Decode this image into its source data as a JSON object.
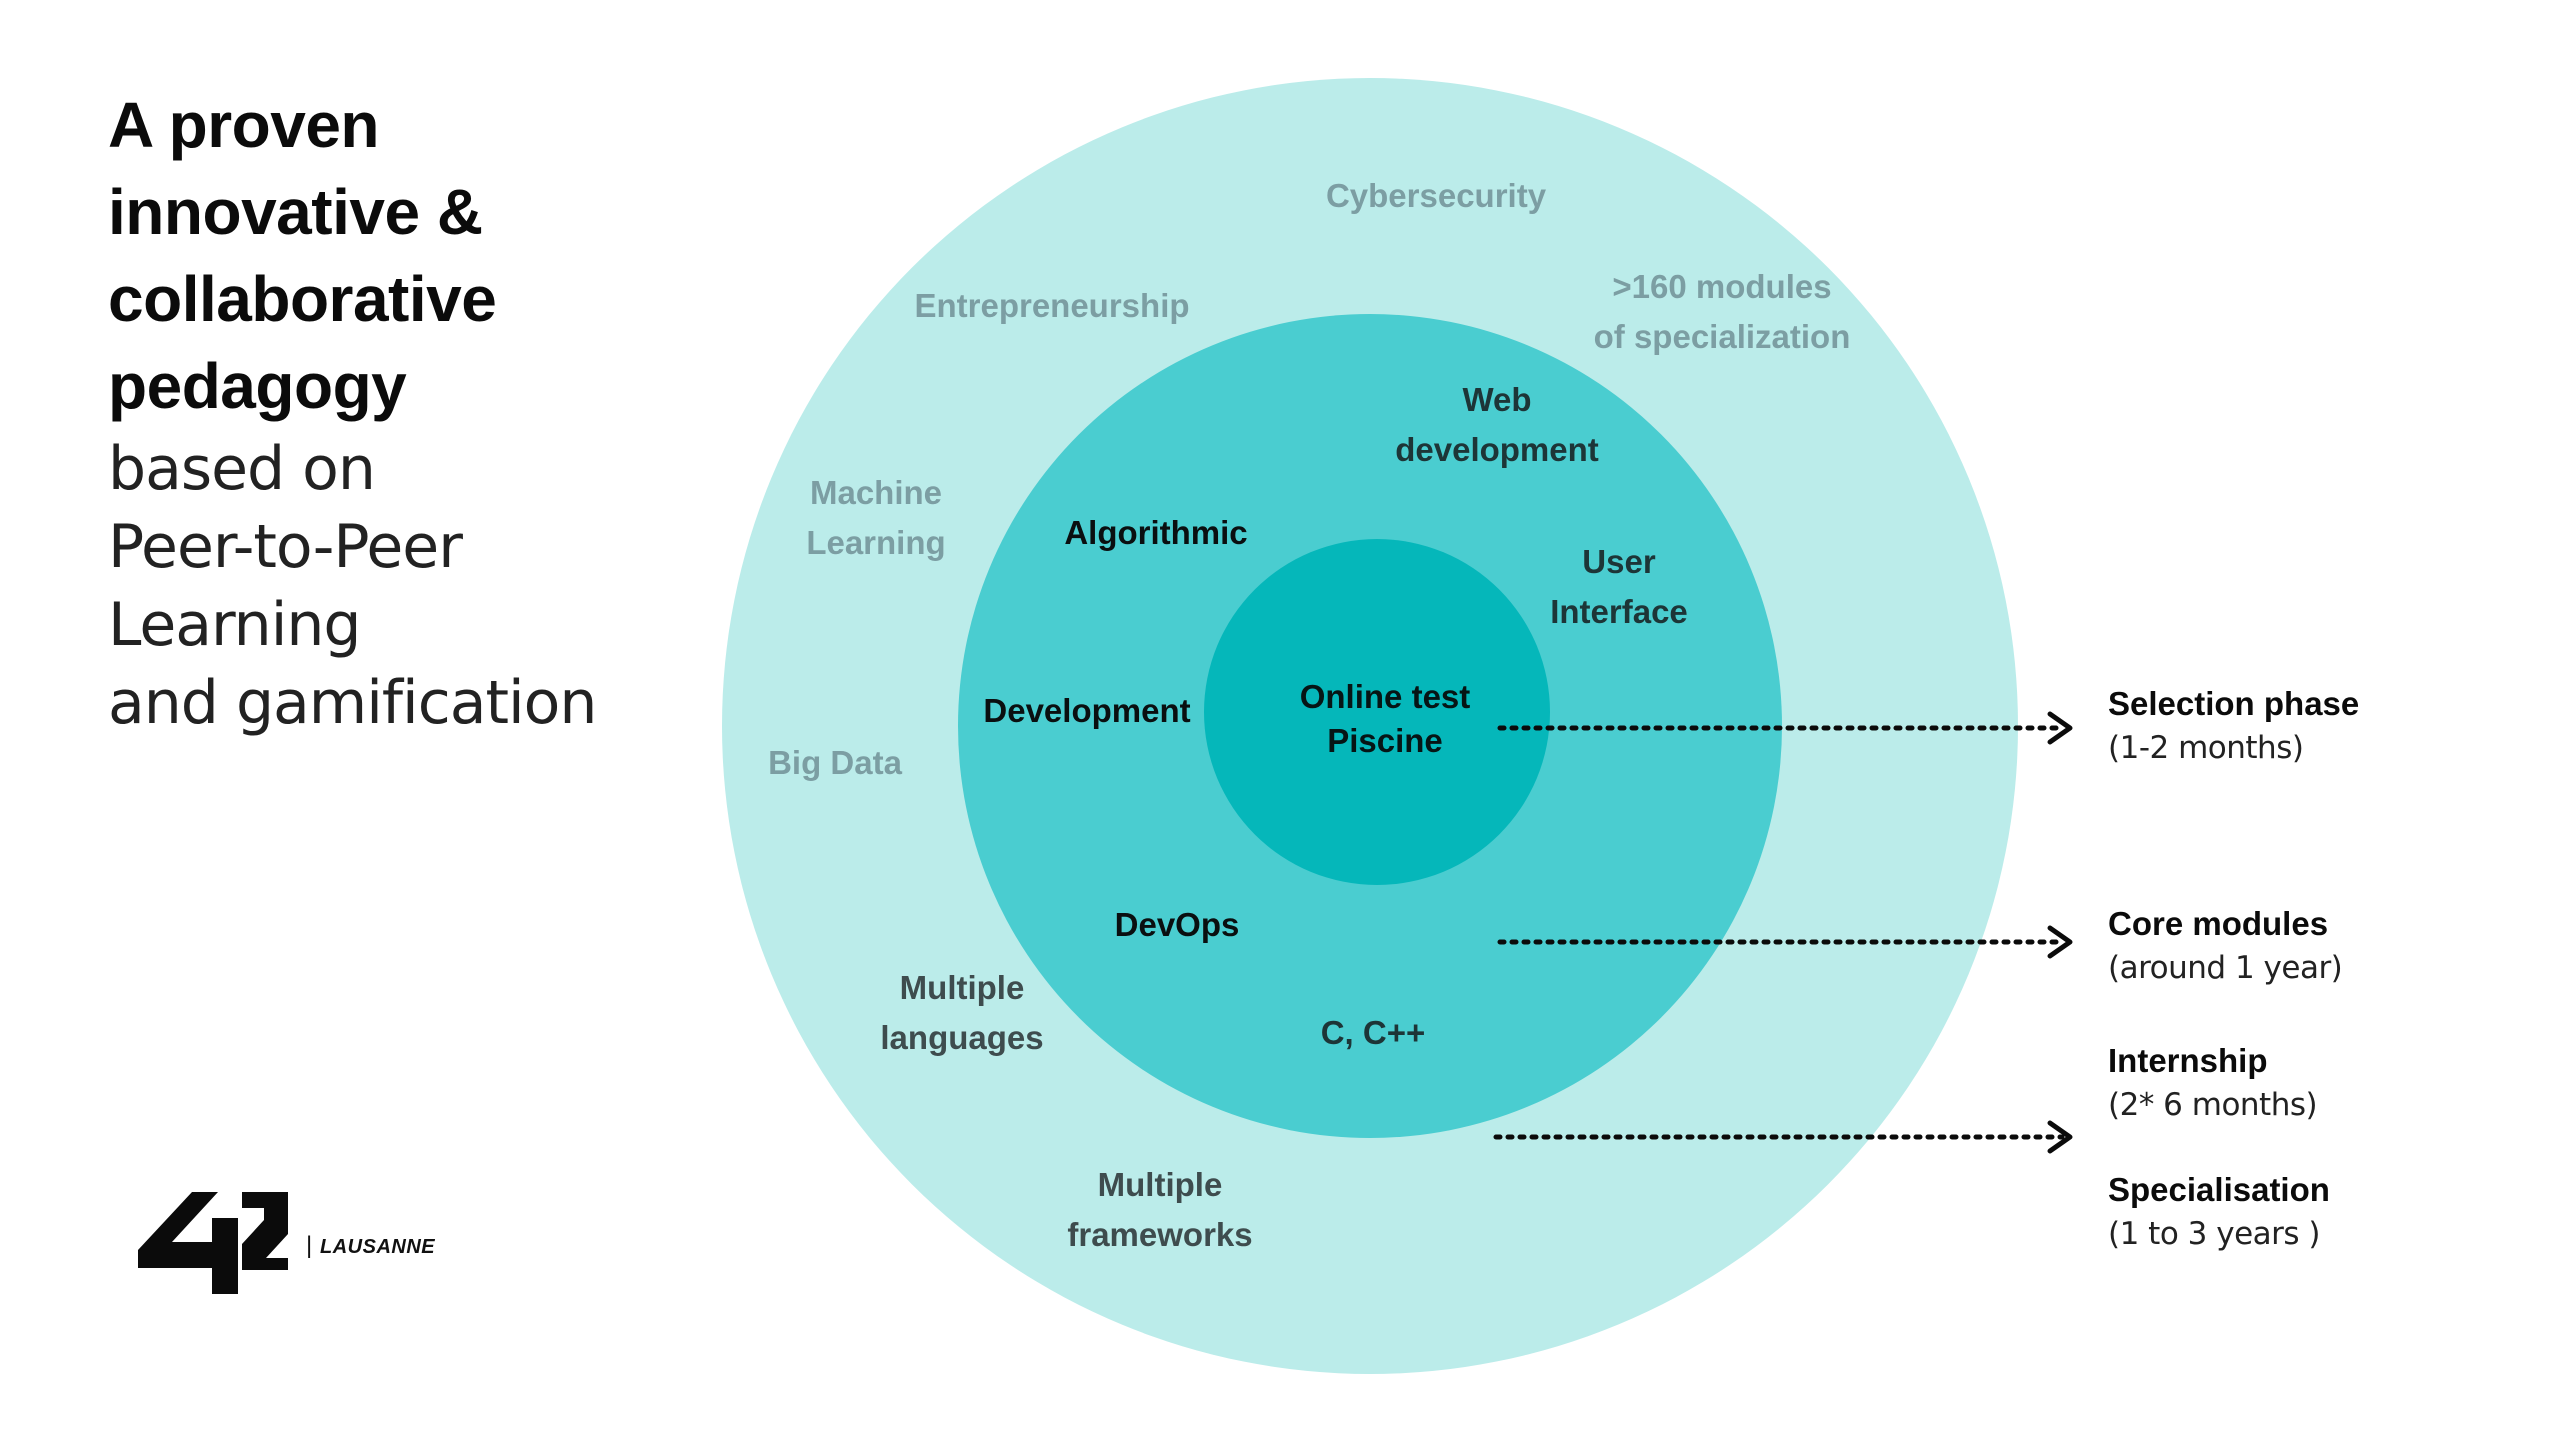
{
  "heading": {
    "bold_lines": [
      "A proven",
      "innovative &",
      "collaborative",
      "pedagogy"
    ],
    "light_lines": [
      "based on",
      "Peer-to-Peer Learning",
      "and gamification"
    ]
  },
  "logo": {
    "mark": "42",
    "separator": "|",
    "city": "LAUSANNE"
  },
  "rings": {
    "outer_color": "#bbecea",
    "middle_color": "#4acdd0",
    "inner_color": "#05b7ba"
  },
  "outer_labels": {
    "cybersecurity": "Cybersecurity",
    "entrepreneurship": "Entrepreneurship",
    "modules": [
      ">160 modules",
      "of specialization"
    ],
    "machine_learning": [
      "Machine",
      "Learning"
    ],
    "big_data": "Big Data",
    "multiple_languages": [
      "Multiple",
      "languages"
    ],
    "multiple_frameworks": [
      "Multiple",
      "frameworks"
    ]
  },
  "middle_labels": {
    "web_development": [
      "Web",
      "development"
    ],
    "algorithmic": "Algorithmic",
    "user_interface": [
      "User",
      "Interface"
    ],
    "development": "Development",
    "devops": "DevOps",
    "c_cpp": "C, C++"
  },
  "inner_labels": [
    "Online test",
    "Piscine"
  ],
  "phases": [
    {
      "title": "Selection phase",
      "subtitle": "(1-2 months)"
    },
    {
      "title": "Core modules",
      "subtitle": "(around 1 year)"
    },
    {
      "title": "Internship",
      "subtitle": "(2* 6 months)"
    },
    {
      "title": "Specialisation",
      "subtitle": "(1 to 3 years )"
    }
  ]
}
